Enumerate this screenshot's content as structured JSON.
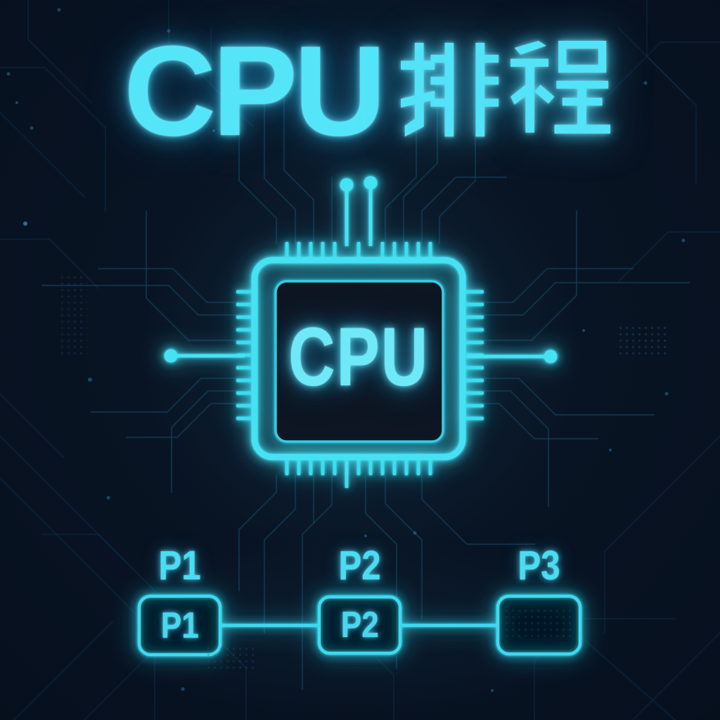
{
  "title": {
    "text": "CPU 排程",
    "latin": "CPU",
    "hanzi_pai": "排",
    "hanzi_cheng": "程"
  },
  "chip": {
    "label": "CPU"
  },
  "queue": {
    "items": [
      {
        "label": "P1",
        "box_text": "P1"
      },
      {
        "label": "P2",
        "box_text": "P2"
      },
      {
        "label": "P3",
        "box_text": ""
      }
    ]
  },
  "colors": {
    "accent": "#46e1f4",
    "accent_text": "#55e5f9",
    "background": "#071120",
    "trace": "#164562"
  }
}
